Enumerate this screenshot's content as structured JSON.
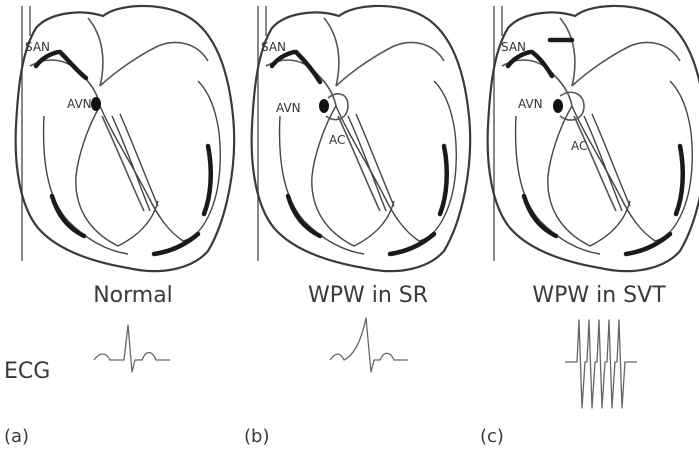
{
  "panels": [
    {
      "id": "a",
      "title": "Normal",
      "panel_label": "(a)",
      "node_labels": {
        "san": "SAN",
        "avn": "AVN"
      }
    },
    {
      "id": "b",
      "title": "WPW in SR",
      "panel_label": "(b)",
      "node_labels": {
        "san": "SAN",
        "avn": "AVN",
        "ac": "AC"
      }
    },
    {
      "id": "c",
      "title": "WPW in SVT",
      "panel_label": "(c)",
      "node_labels": {
        "san": "SAN",
        "avn": "AVN",
        "ac": "AC"
      }
    }
  ],
  "ecg_label": "ECG"
}
